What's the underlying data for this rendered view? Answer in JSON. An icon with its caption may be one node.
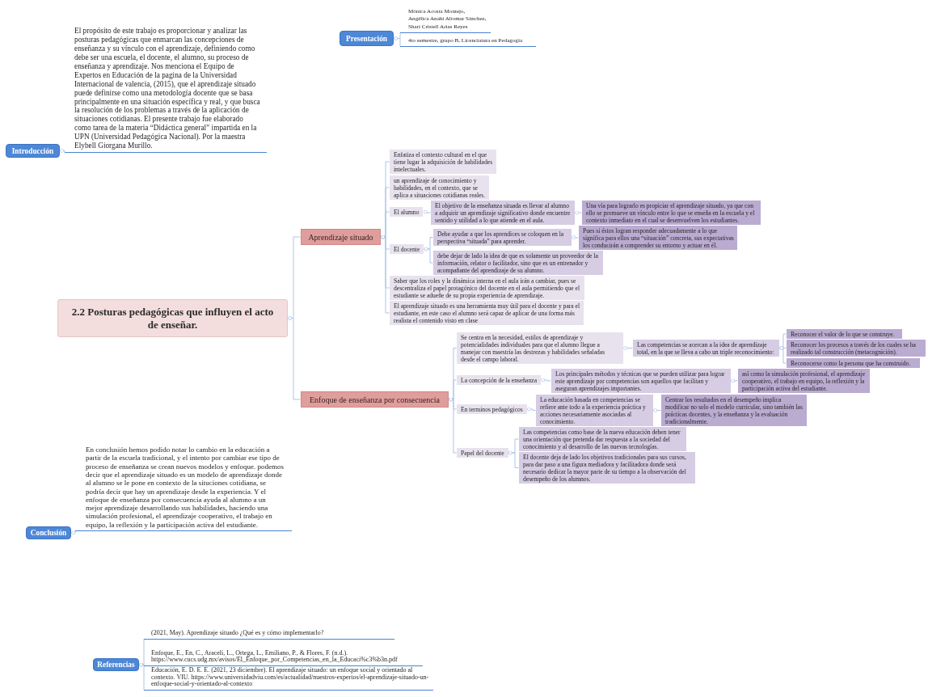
{
  "diagram": {
    "nodes": [
      {
        "text": [
          "Presentación"
        ]
      },
      {
        "text": [
          "Mónica Acosta Montejo,",
          "Angélica Anahí Altomar Sánchez,",
          "Shari Cristell Arias Reyes"
        ]
      },
      {
        "text": [
          "4to semestre, grupo B, Licenciatura en Pedagogía"
        ]
      },
      {
        "text": [
          "Introducción"
        ]
      },
      {
        "text": [
          "El propósito de este trabajo es proporcionar y analizar las posturas pedagógicas que enmarcan las concepciones de enseñanza y su vínculo con el aprendizaje, definiendo como debe ser una escuela, el docente, el alumno, su proceso de enseñanza y aprendizaje. Nos menciona el Equipo de Expertos en Educación de la pagina de la Universidad Internacional de valencia, (2015), que el aprendizaje situado puede definirse como una metodología docente que se basa principalmente en una situación específica y real, y que busca la resolución de los problemas a través de la aplicación de situaciones cotidianas. El presente trabajo fue elaborado como tarea de la materia “Didáctica general” impartida en la UPN (Universidad Pedagógica Nacional). Por la maestra Elybell Giorgana Murillo."
        ]
      },
      {
        "text": [
          "2.2 Posturas pedagógicas que influyen el acto de enseñar."
        ]
      },
      {
        "text": [
          "Aprendizaje situado"
        ]
      },
      {
        "text": [
          "Enfatiza el contexto cultural en el que tiene lugar la adquisición de habilidades intelectuales."
        ]
      },
      {
        "text": [
          "un aprendizaje de conocimiento y habilidades, en el contexto, que se aplica a situaciones cotidianas reales."
        ]
      },
      {
        "text": [
          "El alumno"
        ]
      },
      {
        "text": [
          "El objetivo de la enseñanza situada es llevar al alumno a adquirir un aprendizaje significativo donde encuentre sentido y utilidad a lo que atiende en el aula."
        ]
      },
      {
        "text": [
          "Una vía para lograrlo es propiciar el aprendizaje situado, ya que con ello se promueve un vínculo entre lo que se enseña en la escuela y el contexto inmediato en el cual se desenvuelven los estudiantes."
        ]
      },
      {
        "text": [
          "El docente"
        ]
      },
      {
        "text": [
          "Debe ayudar a que los aprendices se coloquen en la perspectiva “situada” para aprender."
        ]
      },
      {
        "text": [
          "Pues si éstos logran responder adecuadamente a lo que significa para ellos una “situación” concreta, sus expectativas los conducirán a comprender su entorno y actuar en él."
        ]
      },
      {
        "text": [
          "debe dejar de lado la idea de que es solamente un proveedor de la información, relator o facilitador, sino que es un entrenador y acompañante del aprendizaje de su alumno."
        ]
      },
      {
        "text": [
          "Saber que los roles y la dinámica interna en el aula irán a cambiar, pues se descentraliza el papel protagónico del docente en el aula permitiendo que el estudiante se adueñe de su propia experiencia de aprendizaje."
        ]
      },
      {
        "text": [
          "El aprendizaje situado es una herramienta muy útil para el docente y para el estudiante, en este caso el alumno será capaz de aplicar de una forma más realista el contenido visto en clase"
        ]
      },
      {
        "text": [
          "Enfoque de enseñanza por consecuencia"
        ]
      },
      {
        "text": [
          "Se centra en la necesidad, estilos de aprendizaje y potencialidades individuales para que el alumno llegue a manejar con maestría las destrezas y habilidades señaladas desde el campo laboral."
        ]
      },
      {
        "text": [
          "Las competencias se acercan a la idea de aprendizaje total, en la que se lleva a cabo un triple reconocimiento:"
        ]
      },
      {
        "text": [
          "Reconocer el valor de lo que se construye."
        ]
      },
      {
        "text": [
          "Reconocer los procesos a través de los cuales se ha realizado tal construcción (metacognición)."
        ]
      },
      {
        "text": [
          "Reconocerse como la persona que ha construido."
        ]
      },
      {
        "text": [
          "La concepción de la enseñanza"
        ]
      },
      {
        "text": [
          "Los principales métodos y técnicas que se pueden utilizar para lograr este aprendizaje por competencias son aquellos que facilitan y aseguran aprendizajes importantes."
        ]
      },
      {
        "text": [
          "así como la simulación profesional, el aprendizaje cooperativo, el trabajo en equipo, la reflexión y la participación activa del estudiante."
        ]
      },
      {
        "text": [
          "En terminos pedagógicos"
        ]
      },
      {
        "text": [
          "La educación basada en competencias se refiere ante todo a la experiencia práctica y acciones necesariamente asociadas al conocimiento."
        ]
      },
      {
        "text": [
          "Centrar los resultados en el desempeño implica modificar no solo el modelo curricular, sino también las prácticas docentes, y la enseñanza y la evaluación tradicionalmente."
        ]
      },
      {
        "text": [
          "Papel del docente"
        ]
      },
      {
        "text": [
          "Las competencias como base de la nueva educación deben tener una orientación que pretenda dar respuesta a la sociedad del conocimiento y al desarrollo de las nuevas tecnologías."
        ]
      },
      {
        "text": [
          "El docente deja de lado los objetivos tradicionales para sus cursos, para dar paso a una figura mediadora y facilitadora donde será necesario dedicar la mayor parte de su tiempo a la observación del desempeño de los alumnos."
        ]
      },
      {
        "text": [
          "Conclusión"
        ]
      },
      {
        "text": [
          "En conclusión hemos podido notar lo cambio en la educación a partir de la escuela tradicional, y el intento por cambiar ese tipo de proceso de enseñanza se crean nuevos modelos y enfoque. podemos decir que el aprendizaje situado es un modelo de aprendizaje donde al alumno se le pone en contexto de la situciones cotidiana, se podría decir que hay un aprendizaje desde la experiencia. Y el enfoque de enseñanza por consecuencia ayuda al alumno a un mejor aprendizaje desarrollando sus habilidades, haciendo una simulación profesional, el aprendizaje cooperativo, el trabajo en equipo, la reflexión y la participación activa del estudiante."
        ]
      },
      {
        "text": [
          "Referencias"
        ]
      },
      {
        "text": [
          "(2021, May). Aprendizaje situado ¿Qué es y cómo implementarlo?"
        ]
      },
      {
        "text": [
          "Enfoque, E., En, C., Araceli, L., Ortega, L., Emiliano, P., & Flores, F. (n.d.). https://www.cucs.udg.mx/avisos/El_Enfoque_por_Competencias_en_la_Educaci%c3%b3n.pdf"
        ]
      },
      {
        "text": [
          "Educación, E. D. E. E. (2021, 23 diciembre). El aprendizaje situado: un enfoque social y orientado al contexto. VIU. https://www.universidadviu.com/es/actualidad/nuestros-expertos/el-aprendizaje-situado-un-enfoque-social-y-orientado-al-contexto"
        ]
      }
    ],
    "edges": [
      {
        "from": 0,
        "to": 1,
        "arrow": "other"
      },
      {
        "from": 0,
        "to": 2,
        "arrow": "other"
      },
      {
        "from": 3,
        "to": 4,
        "arrow": "other"
      },
      {
        "from": 5,
        "to": 6,
        "arrow": "other"
      },
      {
        "from": 5,
        "to": 18,
        "arrow": "other"
      },
      {
        "from": 6,
        "to": 7,
        "arrow": "other"
      },
      {
        "from": 6,
        "to": 8,
        "arrow": "other"
      },
      {
        "from": 6,
        "to": 9,
        "arrow": "other"
      },
      {
        "from": 6,
        "to": 12,
        "arrow": "other"
      },
      {
        "from": 6,
        "to": 16,
        "arrow": "other"
      },
      {
        "from": 6,
        "to": 17,
        "arrow": "other"
      },
      {
        "from": 9,
        "to": 10,
        "arrow": "other"
      },
      {
        "from": 10,
        "to": 11,
        "arrow": "other"
      },
      {
        "from": 12,
        "to": 13,
        "arrow": "other"
      },
      {
        "from": 12,
        "to": 15,
        "arrow": "other"
      },
      {
        "from": 13,
        "to": 14,
        "arrow": "other"
      },
      {
        "from": 18,
        "to": 19,
        "arrow": "other"
      },
      {
        "from": 18,
        "to": 24,
        "arrow": "other"
      },
      {
        "from": 18,
        "to": 27,
        "arrow": "other"
      },
      {
        "from": 18,
        "to": 30,
        "arrow": "other"
      },
      {
        "from": 19,
        "to": 20,
        "arrow": "other"
      },
      {
        "from": 20,
        "to": 21,
        "arrow": "other"
      },
      {
        "from": 20,
        "to": 22,
        "arrow": "other"
      },
      {
        "from": 20,
        "to": 23,
        "arrow": "other"
      },
      {
        "from": 24,
        "to": 25,
        "arrow": "other"
      },
      {
        "from": 25,
        "to": 26,
        "arrow": "other"
      },
      {
        "from": 27,
        "to": 28,
        "arrow": "other"
      },
      {
        "from": 28,
        "to": 29,
        "arrow": "other"
      },
      {
        "from": 30,
        "to": 31,
        "arrow": "other"
      },
      {
        "from": 30,
        "to": 32,
        "arrow": "other"
      },
      {
        "from": 33,
        "to": 34,
        "arrow": "other"
      },
      {
        "from": 35,
        "to": 36,
        "arrow": "other"
      },
      {
        "from": 35,
        "to": 37,
        "arrow": "other"
      },
      {
        "from": 35,
        "to": 38,
        "arrow": "other"
      }
    ]
  }
}
